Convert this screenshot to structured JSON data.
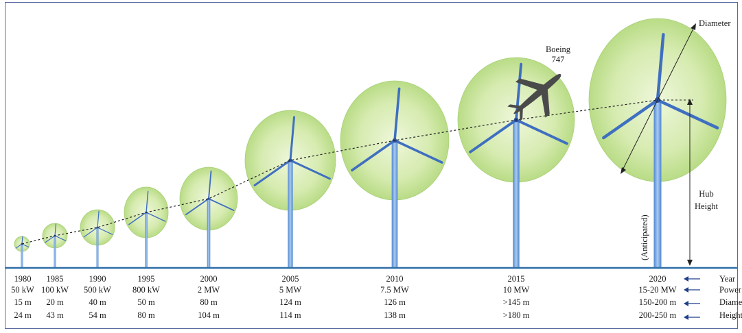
{
  "turbines": [
    {
      "year": "1980",
      "power": "50 kW",
      "diameter": "15 m",
      "height": "24 m"
    },
    {
      "year": "1985",
      "power": "100 kW",
      "diameter": "20 m",
      "height": "43 m"
    },
    {
      "year": "1990",
      "power": "500 kW",
      "diameter": "40 m",
      "height": "54 m"
    },
    {
      "year": "1995",
      "power": "800 kW",
      "diameter": "50 m",
      "height": "80 m"
    },
    {
      "year": "2000",
      "power": "2 MW",
      "diameter": "80 m",
      "height": "104 m"
    },
    {
      "year": "2005",
      "power": "5 MW",
      "diameter": "124 m",
      "height": "114 m"
    },
    {
      "year": "2010",
      "power": "7.5 MW",
      "diameter": "126 m",
      "height": "138 m"
    },
    {
      "year": "2015",
      "power": "10 MW",
      "diameter": ">145 m",
      "height": ">180 m"
    },
    {
      "year": "2020",
      "power": "15-20 MW",
      "diameter": "150-200 m",
      "height": "200-250 m"
    }
  ],
  "legend": {
    "year": "Year",
    "power": "Power",
    "diameter": "Diameter",
    "height": "Height"
  },
  "annotations": {
    "diameter": "Diameter",
    "hub_line1": "Hub",
    "hub_line2": "Height",
    "boeing_line1": "Boeing",
    "boeing_line2": "747",
    "anticipated": "(Anticipated)"
  },
  "colors": {
    "disc": "#cfe6a6",
    "tower": "#6f9fd6",
    "blade": "#3f6fc0",
    "ground": "#2e6fa8",
    "airplane": "#4a4a4a"
  },
  "icons": {
    "airplane": "airplane-icon",
    "arrow": "left-arrow-icon"
  }
}
